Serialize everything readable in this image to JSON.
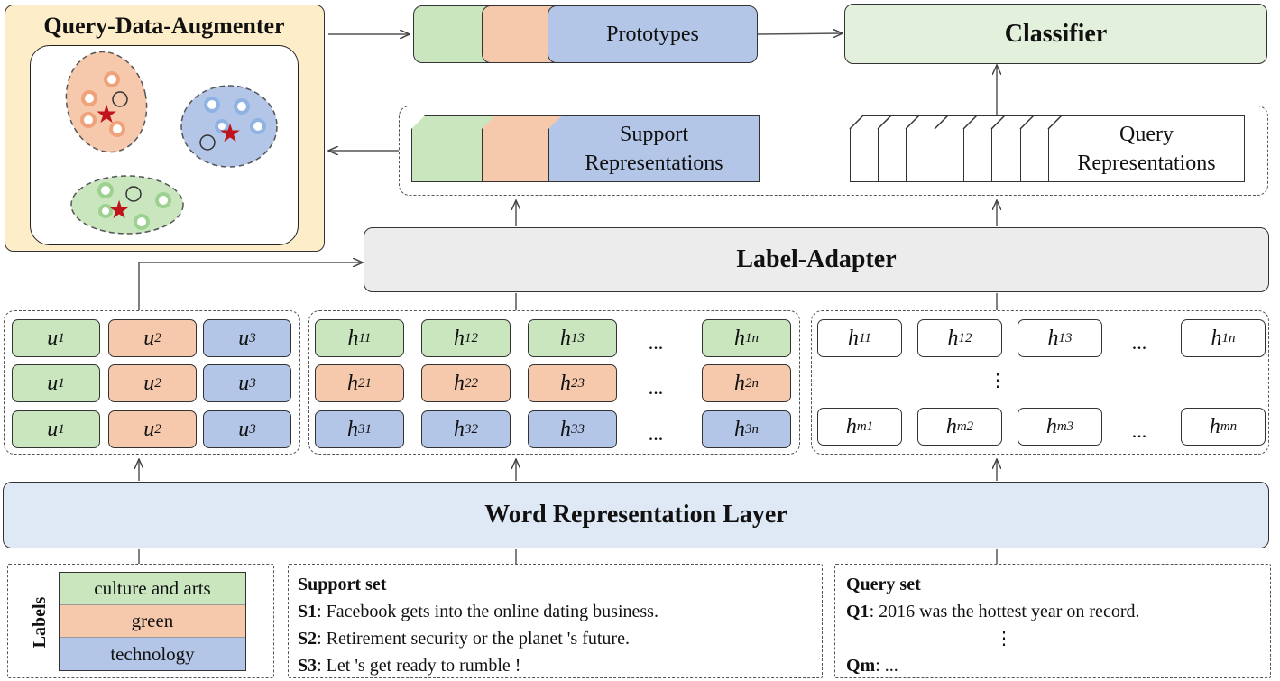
{
  "augmenter": {
    "title": "Query-Data-Augmenter"
  },
  "prototypes": {
    "label": "Prototypes"
  },
  "classifier": {
    "label": "Classifier"
  },
  "support_repr": {
    "line1": "Support",
    "line2": "Representations"
  },
  "query_repr": {
    "line1": "Query",
    "line2": "Representations"
  },
  "label_adapter": {
    "label": "Label-Adapter"
  },
  "word_layer": {
    "label": "Word Representation Layer"
  },
  "u_rows": [
    [
      {
        "sym": "u",
        "sub": "1"
      },
      {
        "sym": "u",
        "sub": "2"
      },
      {
        "sym": "u",
        "sub": "3"
      }
    ],
    [
      {
        "sym": "u",
        "sub": "1"
      },
      {
        "sym": "u",
        "sub": "2"
      },
      {
        "sym": "u",
        "sub": "3"
      }
    ],
    [
      {
        "sym": "u",
        "sub": "1"
      },
      {
        "sym": "u",
        "sub": "2"
      },
      {
        "sym": "u",
        "sub": "3"
      }
    ]
  ],
  "h_support_rows": [
    [
      {
        "sym": "h",
        "sub": "11"
      },
      {
        "sym": "h",
        "sub": "12"
      },
      {
        "sym": "h",
        "sub": "13"
      },
      {
        "sym": "h",
        "sub": "1n"
      }
    ],
    [
      {
        "sym": "h",
        "sub": "21"
      },
      {
        "sym": "h",
        "sub": "22"
      },
      {
        "sym": "h",
        "sub": "23"
      },
      {
        "sym": "h",
        "sub": "2n"
      }
    ],
    [
      {
        "sym": "h",
        "sub": "31"
      },
      {
        "sym": "h",
        "sub": "32"
      },
      {
        "sym": "h",
        "sub": "33"
      },
      {
        "sym": "h",
        "sub": "3n"
      }
    ]
  ],
  "h_query_rows": [
    [
      {
        "sym": "h",
        "sub": "11"
      },
      {
        "sym": "h",
        "sub": "12"
      },
      {
        "sym": "h",
        "sub": "13"
      },
      {
        "sym": "h",
        "sub": "1n"
      }
    ],
    [
      {
        "sym": "h",
        "sub": "m1"
      },
      {
        "sym": "h",
        "sub": "m2"
      },
      {
        "sym": "h",
        "sub": "m3"
      },
      {
        "sym": "h",
        "sub": "mn"
      }
    ]
  ],
  "ellipsis": "...",
  "vdots": "⋮",
  "labels": {
    "title": "Labels",
    "items": [
      "culture and arts",
      "green",
      "technology"
    ]
  },
  "support_set": {
    "title": "Support set",
    "items": [
      {
        "id": "S1",
        "text": ": Facebook gets into the online dating business."
      },
      {
        "id": "S2",
        "text": ": Retirement security or the planet 's future."
      },
      {
        "id": "S3",
        "text": ": Let 's get ready to rumble !"
      }
    ]
  },
  "query_set": {
    "title": "Query set",
    "items": [
      {
        "id": "Q1",
        "text": ": 2016 was the hottest year on record."
      },
      {
        "id": "Qm",
        "text": ": ..."
      }
    ]
  },
  "colors": {
    "green": "#c9e6bf",
    "orange": "#f6c9ac",
    "blue": "#b3c6e7",
    "augmenter_bg": "#fdedc8",
    "classifier_bg": "#e3f0dc",
    "layer_bg": "#dfe9f6",
    "adapter_bg": "#ececec",
    "star": "#c0141c"
  }
}
